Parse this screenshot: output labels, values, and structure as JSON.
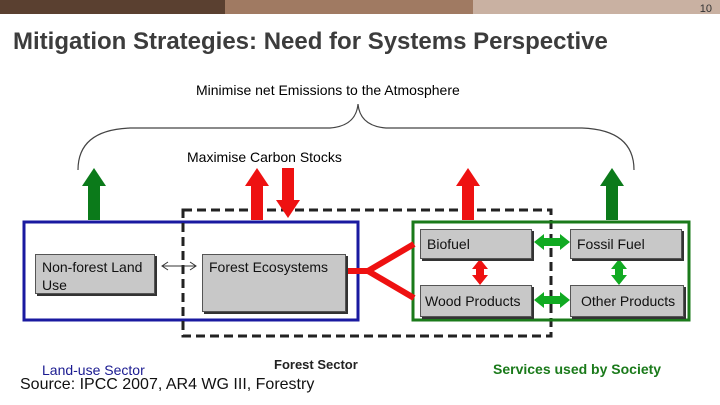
{
  "slide_number": "10",
  "title": "Mitigation Strategies: Need for Systems Perspective",
  "top_label": "Minimise net Emissions to the Atmosphere",
  "carbon_label": "Maximise Carbon Stocks",
  "boxes": {
    "non_forest": "Non-forest Land Use",
    "forest_ecosystems": "Forest Ecosystems",
    "biofuel": "Biofuel",
    "fossil_fuel": "Fossil Fuel",
    "wood_products": "Wood Products",
    "other_products": "Other Products"
  },
  "sectors": {
    "land_use": "Land-use Sector",
    "forest": "Forest Sector",
    "services": "Services used by Society"
  },
  "source": "Source: IPCC 2007, AR4 WG III, Forestry",
  "colors": {
    "land_use_border": "#1a1aa0",
    "forest_border": "#222222",
    "services_border": "#1a7a1a",
    "green_arrow": "#0b7a1a",
    "red_arrow": "#ee1111"
  }
}
